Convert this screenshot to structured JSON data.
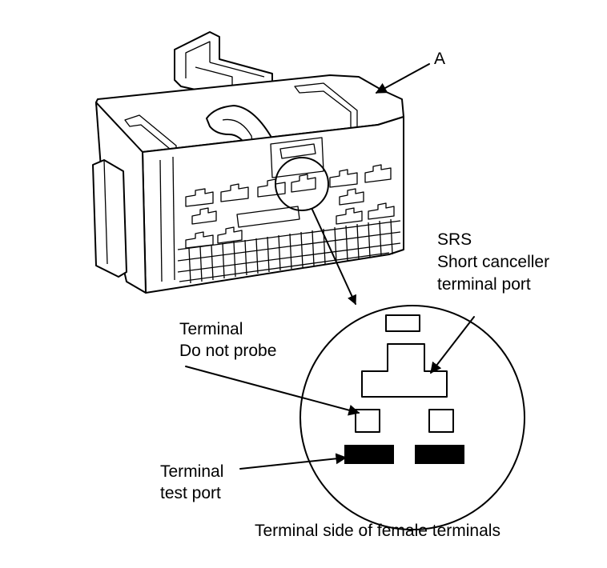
{
  "labels": {
    "part_a": "A",
    "srs_line1": "SRS",
    "srs_line2": "Short canceller",
    "srs_line3": "terminal port",
    "terminal_line1": "Terminal",
    "terminal_line2": "Do not probe",
    "test_port_line1": "Terminal",
    "test_port_line2": "test port",
    "caption": "Terminal side of female terminals"
  }
}
